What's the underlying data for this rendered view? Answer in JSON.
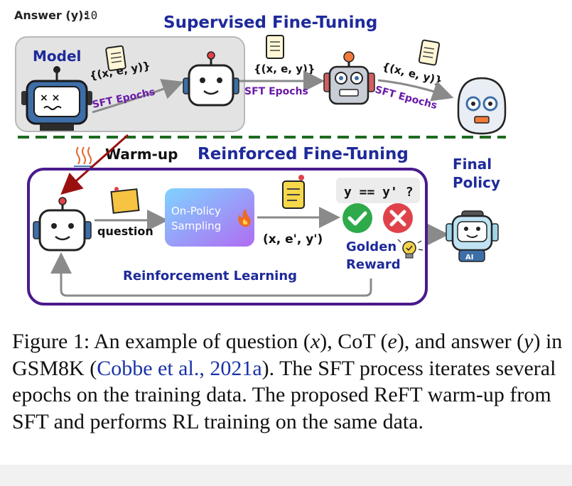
{
  "figure": {
    "answer_label": "Answer (y):",
    "answer_value": "10",
    "sft_title": "Supervised Fine-Tuning",
    "model_label": "Model",
    "triple_1": "{(x, e, y)}",
    "triple_2": "{(x, e, y)}",
    "triple_3": "{(x, e, y)}",
    "epochs_1": "SFT Epochs",
    "epochs_2": "SFT Epochs",
    "epochs_3": "SFT Epochs",
    "warmup_label": "Warm-up",
    "reft_title": "Reinforced Fine-Tuning",
    "question_label": "question",
    "sampling_line1": "On-Policy",
    "sampling_line2": "Sampling",
    "sample_triple": "(x, e', y')",
    "check_label": "y == y' ?",
    "golden_line1": "Golden",
    "golden_line2": "Reward",
    "rl_label": "Reinforcement Learning",
    "final_line1": "Final",
    "final_line2": "Policy",
    "ai_badge": "AI"
  },
  "caption": {
    "prefix": "Figure 1:  An example of question (",
    "x": "x",
    "mid1": "), CoT (",
    "e": "e",
    "mid2": "), and answer (",
    "y": "y",
    "mid3": ") in GSM8K (",
    "citation": "Cobbe et al., 2021a",
    "rest": "). The SFT process iterates several epochs on the training data. The proposed ReFT warm-up from SFT and performs RL training on the same data."
  },
  "colors": {
    "title_blue": "#1e2a9a",
    "epochs_purple": "#6a1aa8",
    "dashed_green": "#1f6b1f",
    "rl_frame_purple": "#4a1a8c",
    "warmup_arrow_red": "#9a1010",
    "robot_blue": "#3d6ea8"
  }
}
